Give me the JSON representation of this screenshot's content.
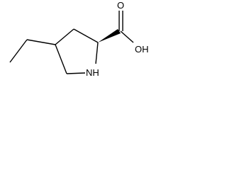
{
  "molecule": {
    "atoms": {
      "hydroxyl": "OH",
      "carbonyl_oxygen": "O",
      "ring_nitrogen": "NH"
    },
    "bond_color": "#000000"
  }
}
